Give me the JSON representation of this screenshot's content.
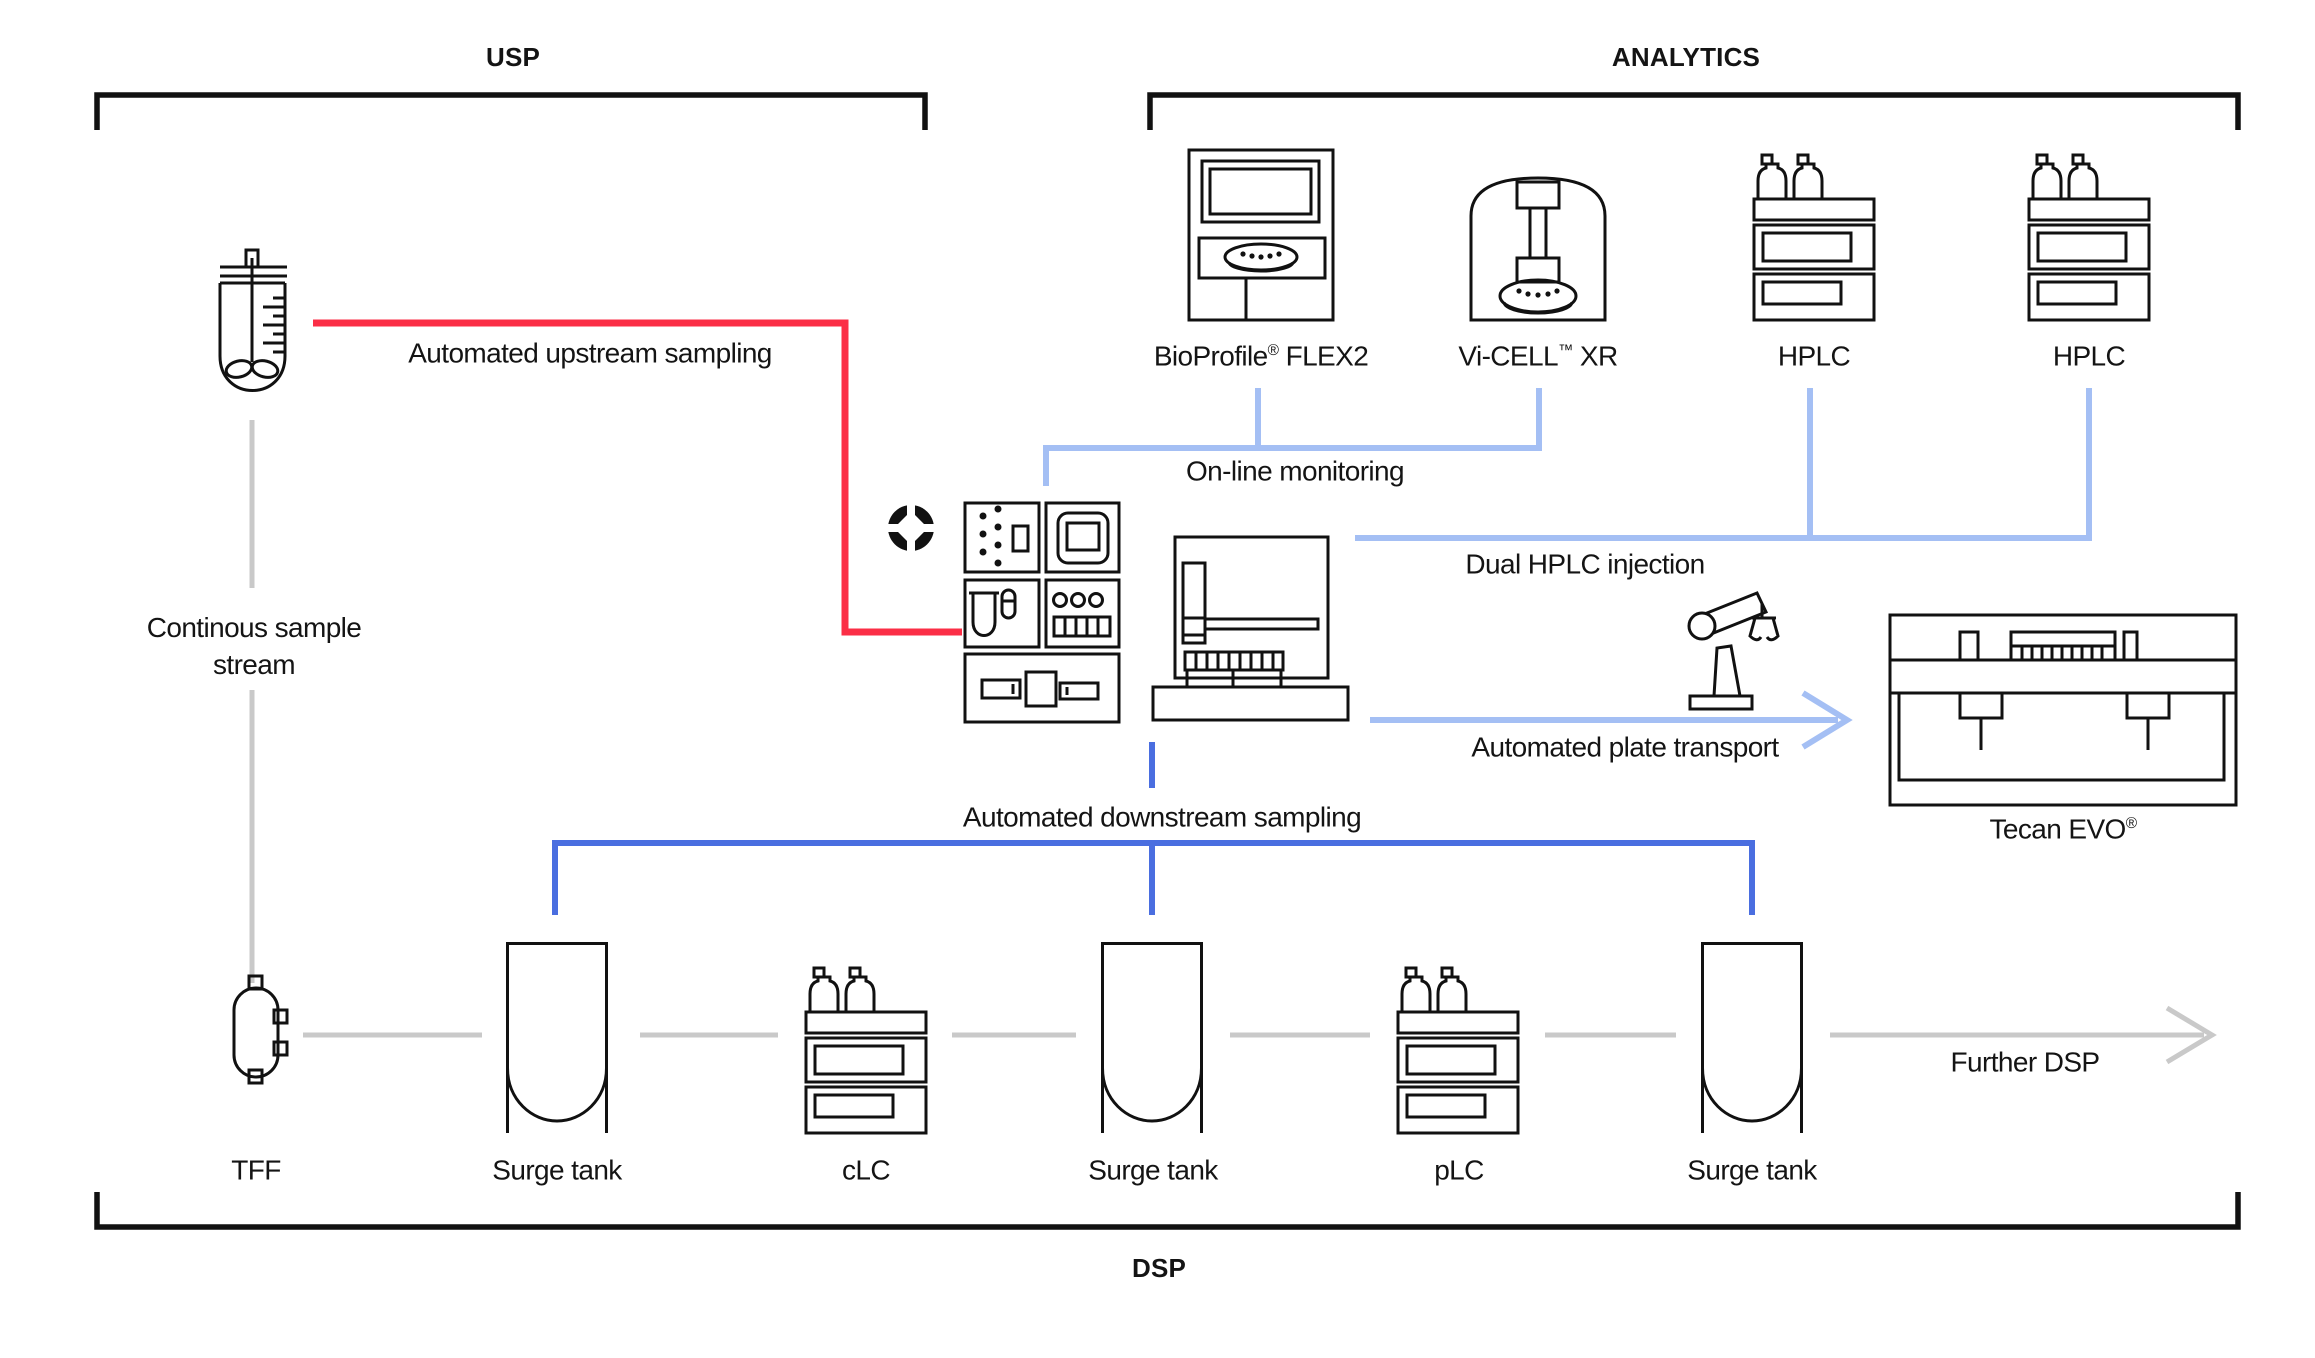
{
  "sections": {
    "usp": "USP",
    "analytics": "ANALYTICS",
    "dsp": "DSP"
  },
  "instruments": {
    "bioprofile": {
      "pre": "BioProfile",
      "sup": "®",
      "post": " FLEX2"
    },
    "vicell": {
      "pre": "Vi-CELL",
      "sup": "™",
      "post": " XR"
    },
    "hplc1": "HPLC",
    "hplc2": "HPLC",
    "tecan": {
      "pre": "Tecan EVO",
      "sup": "®",
      "post": ""
    }
  },
  "equipment": {
    "tff": "TFF",
    "surge1": "Surge tank",
    "clc": "cLC",
    "surge2": "Surge tank",
    "plc": "pLC",
    "surge3": "Surge tank"
  },
  "annotations": {
    "upstream": "Automated upstream sampling",
    "continuous_line1": "Continous sample",
    "continuous_line2": "stream",
    "online": "On-line monitoring",
    "dual": "Dual HPLC injection",
    "plate": "Automated plate transport",
    "downstream": "Automated downstream sampling",
    "further": "Further DSP"
  },
  "colors": {
    "red": "#fb2e46",
    "light_blue": "#a4bff4",
    "blue": "#4a6ee0",
    "gray_line": "#c9c9c9",
    "ink": "#111111"
  }
}
